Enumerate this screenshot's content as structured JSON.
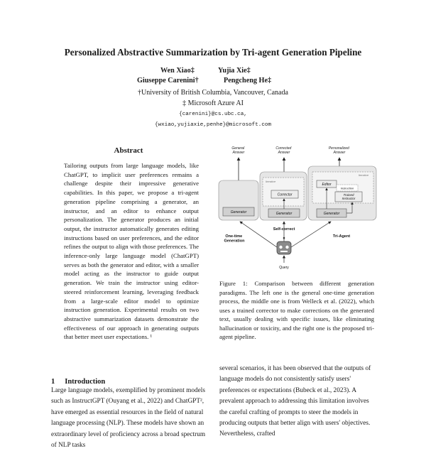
{
  "paper": {
    "title": "Personalized Abstractive Summarization by Tri-agent Generation Pipeline",
    "authors_line1": [
      "Wen Xiao‡",
      "Yujia Xie‡"
    ],
    "authors_line2": [
      "Giuseppe Carenini†",
      "Pengcheng He‡"
    ],
    "affiliation1": "†University of British Columbia, Vancouver, Canada",
    "affiliation2": "‡ Microsoft Azure AI",
    "email1": "{carenini}@cs.ubc.ca,",
    "email2": "{wxiao,yujiaxie,penhe}@microsoft.com"
  },
  "abstract": {
    "heading": "Abstract",
    "text": "Tailoring outputs from large language models, like ChatGPT, to implicit user preferences remains a challenge despite their impressive generative capabilities. In this paper, we propose a tri-agent generation pipeline comprising a generator, an instructor, and an editor to enhance output personalization. The generator produces an initial output, the instructor automatically generates editing instructions based on user preferences, and the editor refines the output to align with those preferences. The inference-only large language model (ChatGPT) serves as both the generator and editor, with a smaller model acting as the instructor to guide output generation. We train the instructor using editor-steered reinforcement learning, leveraging feedback from a large-scale editor model to optimize instruction generation. Experimental results on two abstractive summarization datasets demonstrate the effectiveness of our approach in generating outputs that better meet user expectations. ¹"
  },
  "figure": {
    "top_labels": [
      "General\nAnswer",
      "Corrected\nAnswer",
      "Personalized\nAnswer"
    ],
    "generator": "Generator",
    "corrector": "Corrector",
    "editor": "Editor",
    "instruction": "Instruction",
    "trained_instructor": "Trained\nInstructor",
    "iterative": "Iterative",
    "label_one_time": "One-time\nGeneration",
    "label_self_correct": "Self-correct",
    "label_tri_agent": "Tri-Agent",
    "query": "Query",
    "caption": "Figure 1: Comparison between different generation paradigms. The left one is the general one-time generation process, the middle one is from Welleck et al. (2022), which uses a trained corrector to make corrections on the generated text, usually dealing with specific issues, like eliminating hallucination or toxicity, and the right one is the proposed tri-agent pipeline."
  },
  "intro": {
    "heading_num": "1",
    "heading": "Introduction",
    "col1": "Large language models, exemplified by prominent models such as InstructGPT (Ouyang et al., 2022) and ChatGPT², have emerged as essential resources in the field of natural language processing (NLP). These models have shown an extraordinary level of proficiency across a broad spectrum of NLP tasks",
    "col2": "several scenarios, it has been observed that the outputs of language models do not consistently satisfy users' preferences or expectations (Bubeck et al., 2023). A prevalent approach to addressing this limitation involves the careful crafting of prompts to steer the models in producing outputs that better align with users' objectives. Nevertheless, crafted"
  }
}
